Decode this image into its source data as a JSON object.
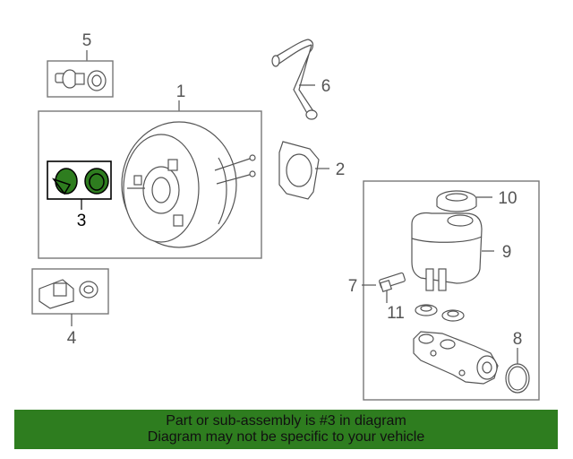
{
  "diagram": {
    "callouts": [
      "1",
      "2",
      "3",
      "4",
      "5",
      "6",
      "7",
      "8",
      "9",
      "10",
      "11"
    ],
    "highlighted_part": "3"
  },
  "banner": {
    "line1": "Part or sub-assembly is #3 in diagram",
    "line2": "Diagram may not be specific to your vehicle"
  },
  "colors": {
    "highlight": "#2e7d1f",
    "banner_bg": "#2e7d1f",
    "line": "#555555"
  }
}
